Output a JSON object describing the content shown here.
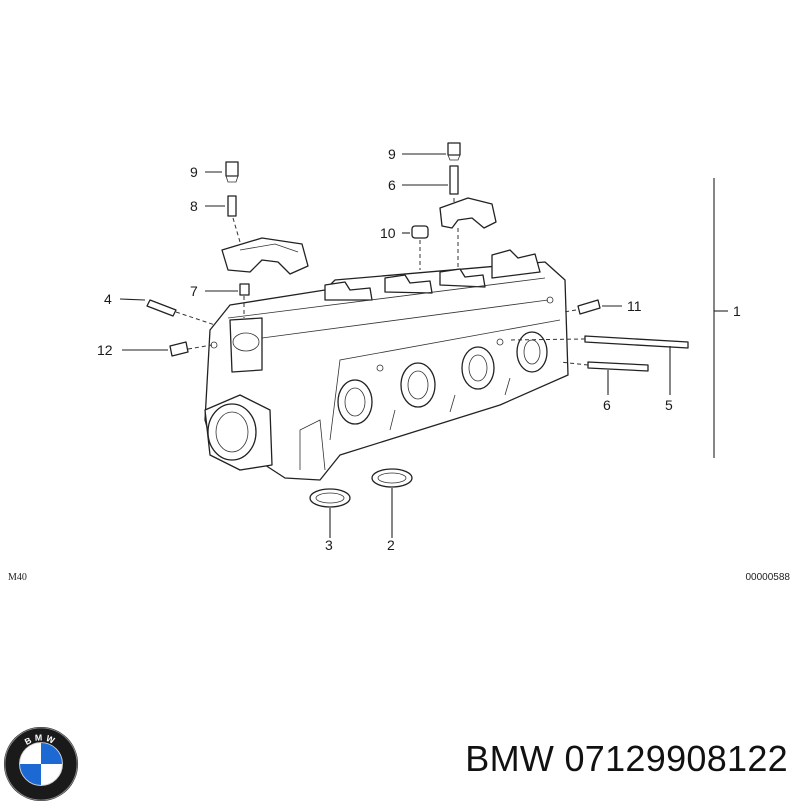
{
  "diagram": {
    "callouts": [
      {
        "id": "c9a",
        "label": "9"
      },
      {
        "id": "c8",
        "label": "8"
      },
      {
        "id": "c4",
        "label": "4"
      },
      {
        "id": "c7",
        "label": "7"
      },
      {
        "id": "c12",
        "label": "12"
      },
      {
        "id": "c9b",
        "label": "9"
      },
      {
        "id": "c6a",
        "label": "6"
      },
      {
        "id": "c10",
        "label": "10"
      },
      {
        "id": "c11",
        "label": "11"
      },
      {
        "id": "c1",
        "label": "1"
      },
      {
        "id": "c6b",
        "label": "6"
      },
      {
        "id": "c5",
        "label": "5"
      },
      {
        "id": "c3",
        "label": "3"
      },
      {
        "id": "c2",
        "label": "2"
      }
    ],
    "model_code": "M40",
    "diagram_number": "00000588"
  },
  "footer": {
    "brand_logo_letters": "BMW",
    "part_title": "BMW 07129908122"
  },
  "colors": {
    "logo_blue": "#1c69d4",
    "logo_ring": "#1a1a1a",
    "line": "#222222"
  },
  "icons": {
    "logo": "bmw-roundel-icon"
  }
}
